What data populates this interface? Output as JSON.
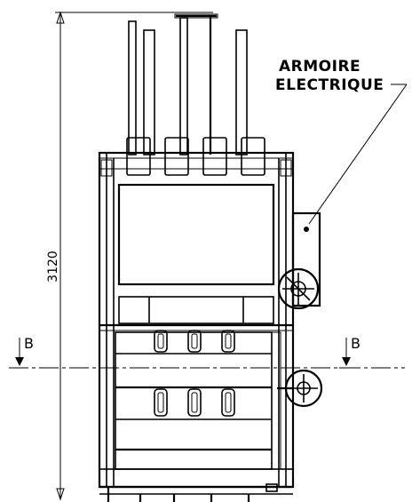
{
  "drawing": {
    "callout_label_line1": "ARMOIRE",
    "callout_label_line2": "ELECTRIQUE",
    "height_dimension": "3120",
    "section_left": "B",
    "section_right": "B"
  }
}
